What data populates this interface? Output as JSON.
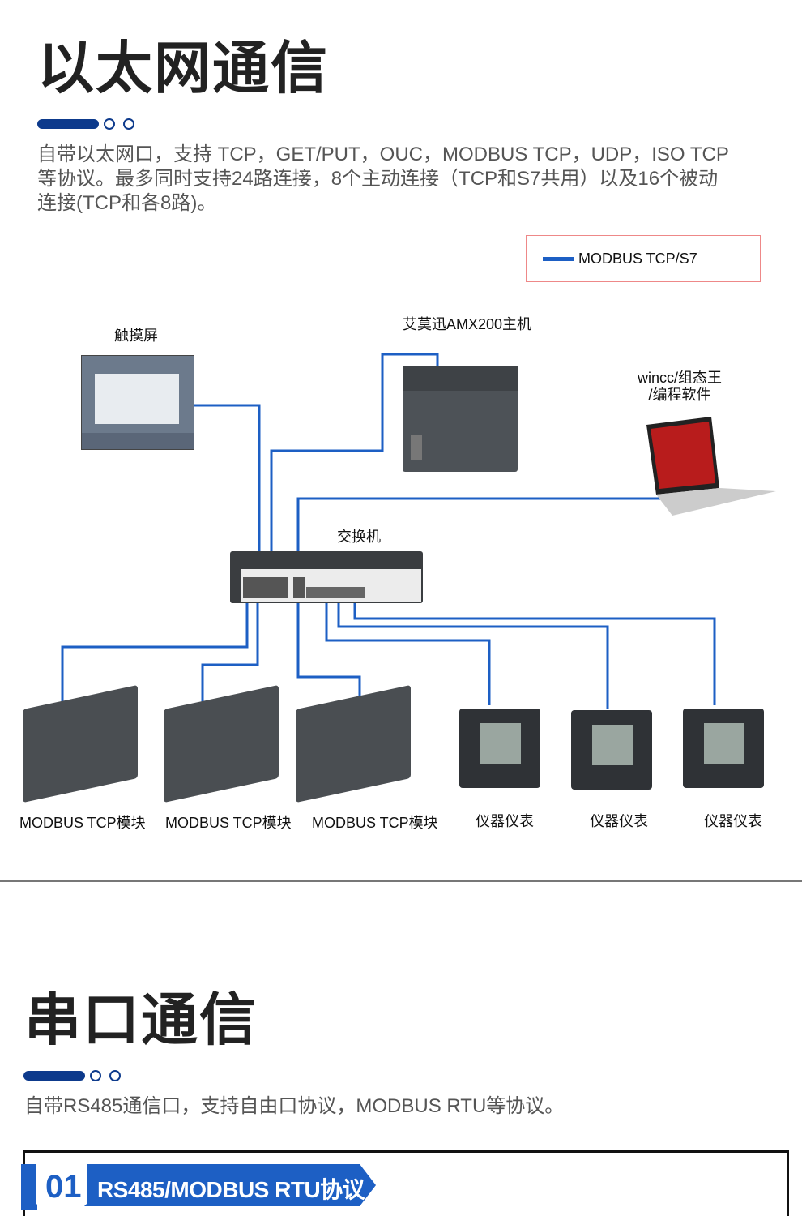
{
  "section1": {
    "title": "以太网通信",
    "description": [
      "自带以太网口，支持 TCP，GET/PUT，OUC，MODBUS TCP，UDP，ISO TCP",
      "等协议。最多同时支持24路连接，8个主动连接（TCP和S7共用）以及16个被动",
      "连接(TCP和各8路)。"
    ]
  },
  "legend": {
    "label": "MODBUS TCP/S7"
  },
  "diagram": {
    "line_color": "#1d5fc4",
    "hmi": "触摸屏",
    "plc": "艾莫迅AMX200主机",
    "software": [
      "wincc/组态王",
      "/编程软件"
    ],
    "switch": "交换机",
    "nodes": [
      "MODBUS TCP模块",
      "MODBUS TCP模块",
      "MODBUS TCP模块",
      "仪器仪表",
      "仪器仪表",
      "仪器仪表"
    ]
  },
  "section2": {
    "title": "串口通信",
    "description": "自带RS485通信口，支持自由口协议，MODBUS RTU等协议。",
    "banner_num": "01",
    "banner_label": "RS485/MODBUS RTU协议"
  }
}
